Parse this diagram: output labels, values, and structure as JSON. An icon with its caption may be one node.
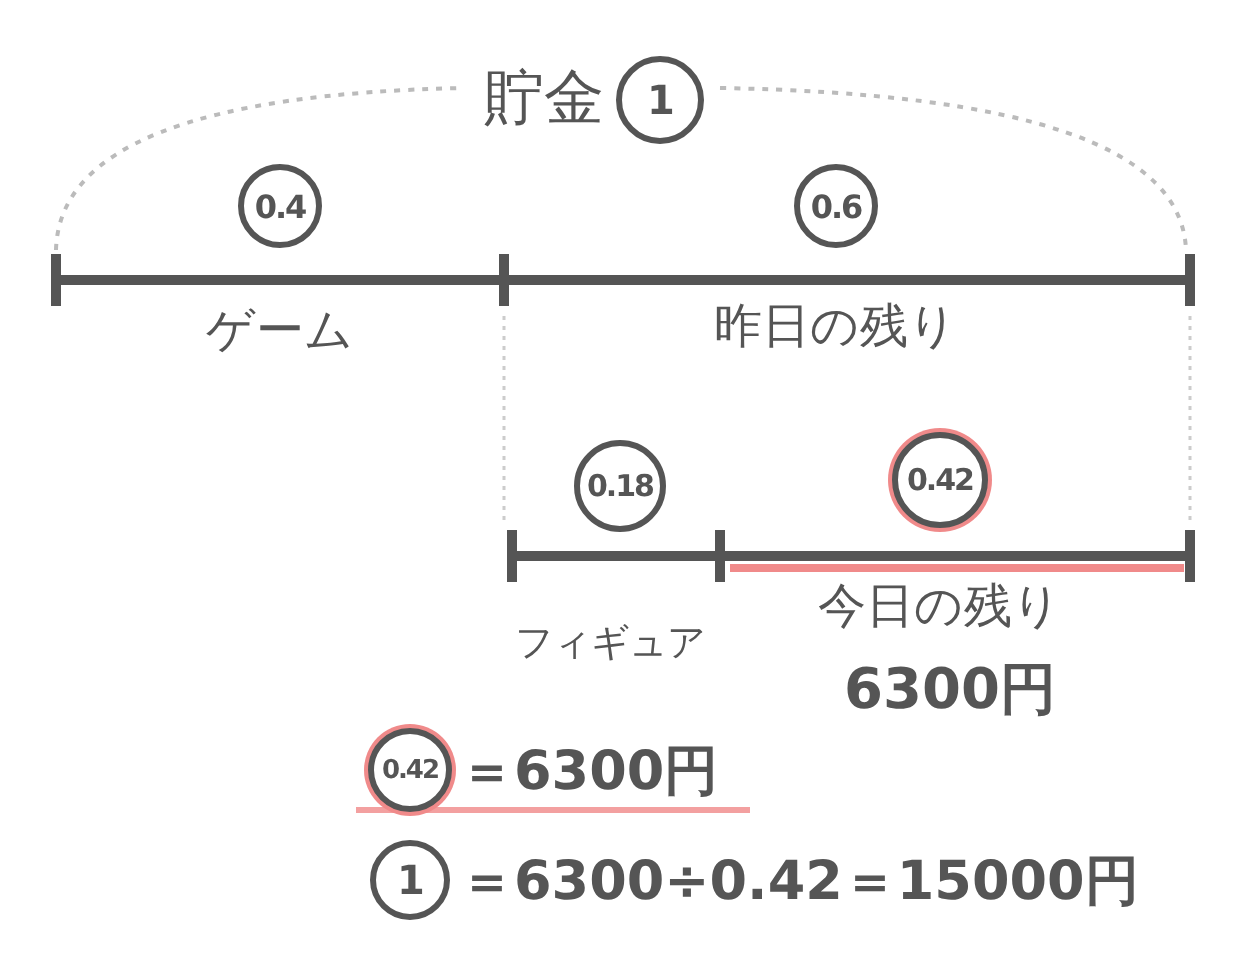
{
  "diagram": {
    "title": "貯金",
    "nodes": [
      {
        "text": [
          "1"
        ]
      },
      {
        "text": [
          "0.4"
        ]
      },
      {
        "text": [
          "0.6"
        ]
      },
      {
        "text": [
          "0.18"
        ]
      },
      {
        "text": [
          "0.42"
        ]
      },
      {
        "text": [
          "0.42"
        ]
      },
      {
        "text": [
          "1"
        ]
      }
    ],
    "labels": [
      "ゲーム",
      "昨日の残り",
      "フィギュア",
      "今日の残り",
      "6300円",
      "＝6300円",
      "＝6300÷0.42＝15000円"
    ]
  }
}
